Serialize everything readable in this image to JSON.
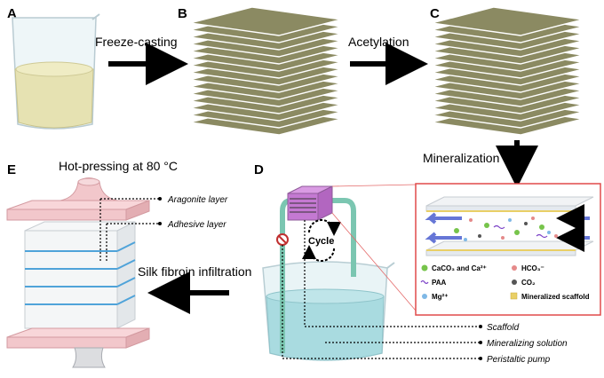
{
  "panels": {
    "a": "A",
    "b": "B",
    "c": "C",
    "d": "D",
    "e": "E"
  },
  "steps": {
    "freeze": "Freeze-casting",
    "acet": "Acetylation",
    "miner": "Mineralization",
    "silk": "Silk fibroin infiltration",
    "hot": "Hot-pressing at 80 °C"
  },
  "layers": {
    "aragonite": "Aragonite layer",
    "adhesive": "Adhesive layer"
  },
  "setup": {
    "cycle": "Cycle",
    "scaffold": "Scaffold",
    "solution": "Mineralizing solution",
    "pump": "Peristaltic pump"
  },
  "legend": {
    "caco3": "CaCO₃ and Ca²⁺",
    "hco3": "HCO₃⁻",
    "paa": "PAA",
    "co2": "CO₂",
    "mg": "Mg²⁺",
    "scaf": "Mineralized scaffold"
  },
  "colors": {
    "sheet": "#8b8a62",
    "liquid": "#e8e4b4",
    "pink": "#f1c5c9",
    "frame": "#e04a4a",
    "solution": "#a9dbe0",
    "arrow": "#000000",
    "flow": "#6676d6",
    "scaffold_box": "#c479d2"
  }
}
